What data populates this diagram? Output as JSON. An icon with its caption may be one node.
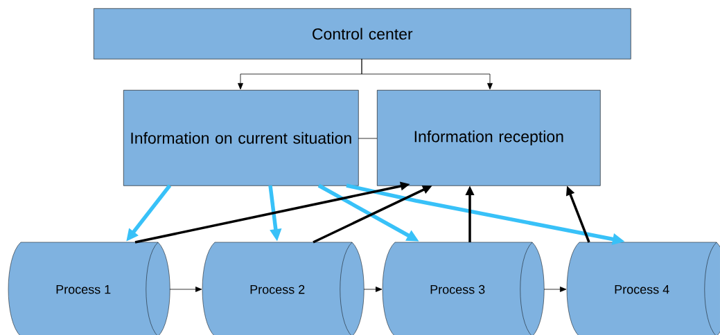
{
  "diagram": {
    "nodes": [
      {
        "text": [
          "Control center"
        ]
      },
      {
        "text": [
          "Information on current situation"
        ]
      },
      {
        "text": [
          "Information reception"
        ]
      },
      {
        "text": [
          "Process 1"
        ]
      },
      {
        "text": [
          "Process 2"
        ]
      },
      {
        "text": [
          "Process 3"
        ]
      },
      {
        "text": [
          "Process 4"
        ]
      }
    ],
    "edges": [
      {
        "from": 0,
        "to": 1,
        "arrow": "to"
      },
      {
        "from": 0,
        "to": 2,
        "arrow": "to"
      },
      {
        "from": 1,
        "to": 2,
        "arrow": "none"
      },
      {
        "from": 1,
        "to": 3,
        "arrow": "to",
        "color": "#38c1f8"
      },
      {
        "from": 1,
        "to": 4,
        "arrow": "to",
        "color": "#38c1f8"
      },
      {
        "from": 1,
        "to": 5,
        "arrow": "to",
        "color": "#38c1f8"
      },
      {
        "from": 1,
        "to": 6,
        "arrow": "to",
        "color": "#38c1f8"
      },
      {
        "from": 3,
        "to": 2,
        "arrow": "to"
      },
      {
        "from": 4,
        "to": 2,
        "arrow": "to"
      },
      {
        "from": 5,
        "to": 2,
        "arrow": "to"
      },
      {
        "from": 6,
        "to": 2,
        "arrow": "to"
      },
      {
        "from": 3,
        "to": 4,
        "arrow": "to"
      },
      {
        "from": 4,
        "to": 5,
        "arrow": "to"
      },
      {
        "from": 5,
        "to": 6,
        "arrow": "to"
      }
    ]
  }
}
